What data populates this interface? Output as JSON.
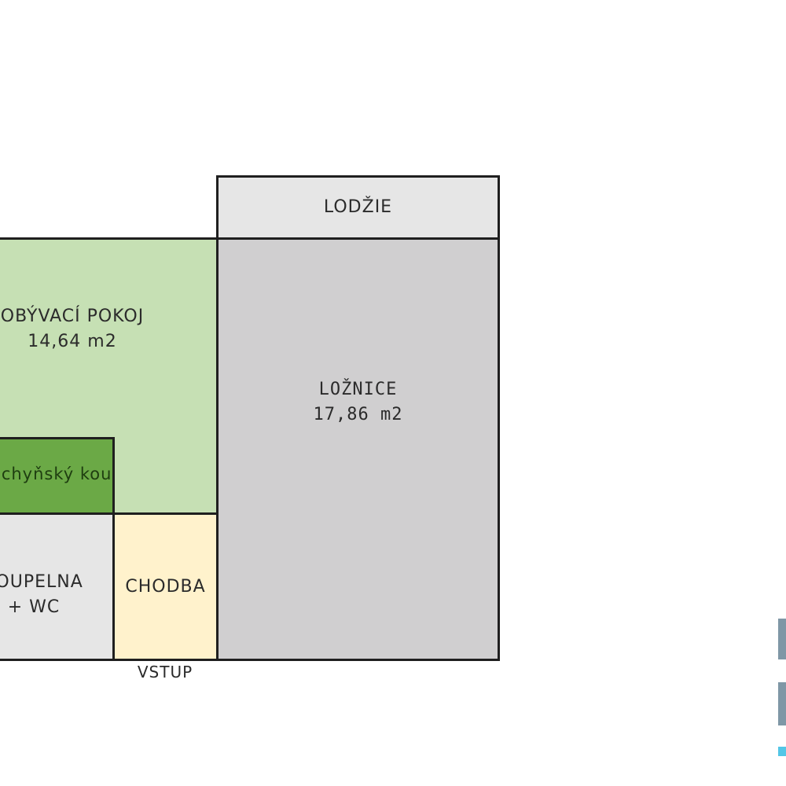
{
  "floorplan": {
    "rooms": [
      {
        "id": "lodzie",
        "name": "LODŽIE",
        "area": "",
        "color": "#e6e6e6"
      },
      {
        "id": "loznice",
        "name": "LOŽNICE",
        "area": "17,86 m2",
        "color": "#d0cfd0"
      },
      {
        "id": "obyvaci",
        "name": "OBÝVACÍ POKOJ",
        "area": "14,64 m2",
        "color": "#c6e0b4"
      },
      {
        "id": "kuchyn",
        "name": "kuchyňský kout",
        "area": "",
        "color": "#6ba946"
      },
      {
        "id": "koupelna",
        "name": "KOUPELNA",
        "area": "+ WC",
        "color": "#e6e6e6"
      },
      {
        "id": "chodba",
        "name": "CHODBA",
        "area": "",
        "color": "#fff2cc"
      }
    ],
    "entrance_label": "VSTUP"
  },
  "logo": {
    "colors": [
      "#7f97a6",
      "#53c6e6"
    ]
  }
}
